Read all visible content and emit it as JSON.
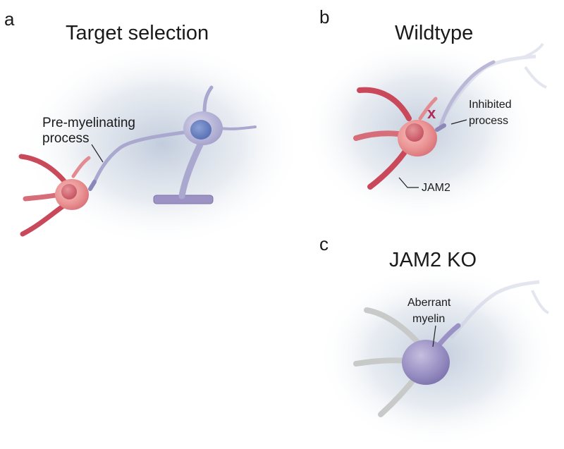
{
  "panels": [
    {
      "letter": "a",
      "title": "Target selection"
    },
    {
      "letter": "b",
      "title": "Wildtype"
    },
    {
      "letter": "c",
      "title": "JAM2 KO"
    }
  ],
  "annotations": {
    "pre_myelinating": [
      "Pre-myelinating",
      "process"
    ],
    "inhibited": [
      "Inhibited",
      "process"
    ],
    "jam2": "JAM2",
    "aberrant": [
      "Aberrant",
      "myelin"
    ],
    "block_mark": "x"
  },
  "colors": {
    "neuron": "#e98a8e",
    "neuron_dark": "#c9485a",
    "oligodendrocyte": "#aaa8cf",
    "nucleus": "#6b83c4",
    "axon": "#c8cac9",
    "myelin": "#9c93c4",
    "halo": "#b7c3d6",
    "block_mark": "#b02a5a"
  }
}
